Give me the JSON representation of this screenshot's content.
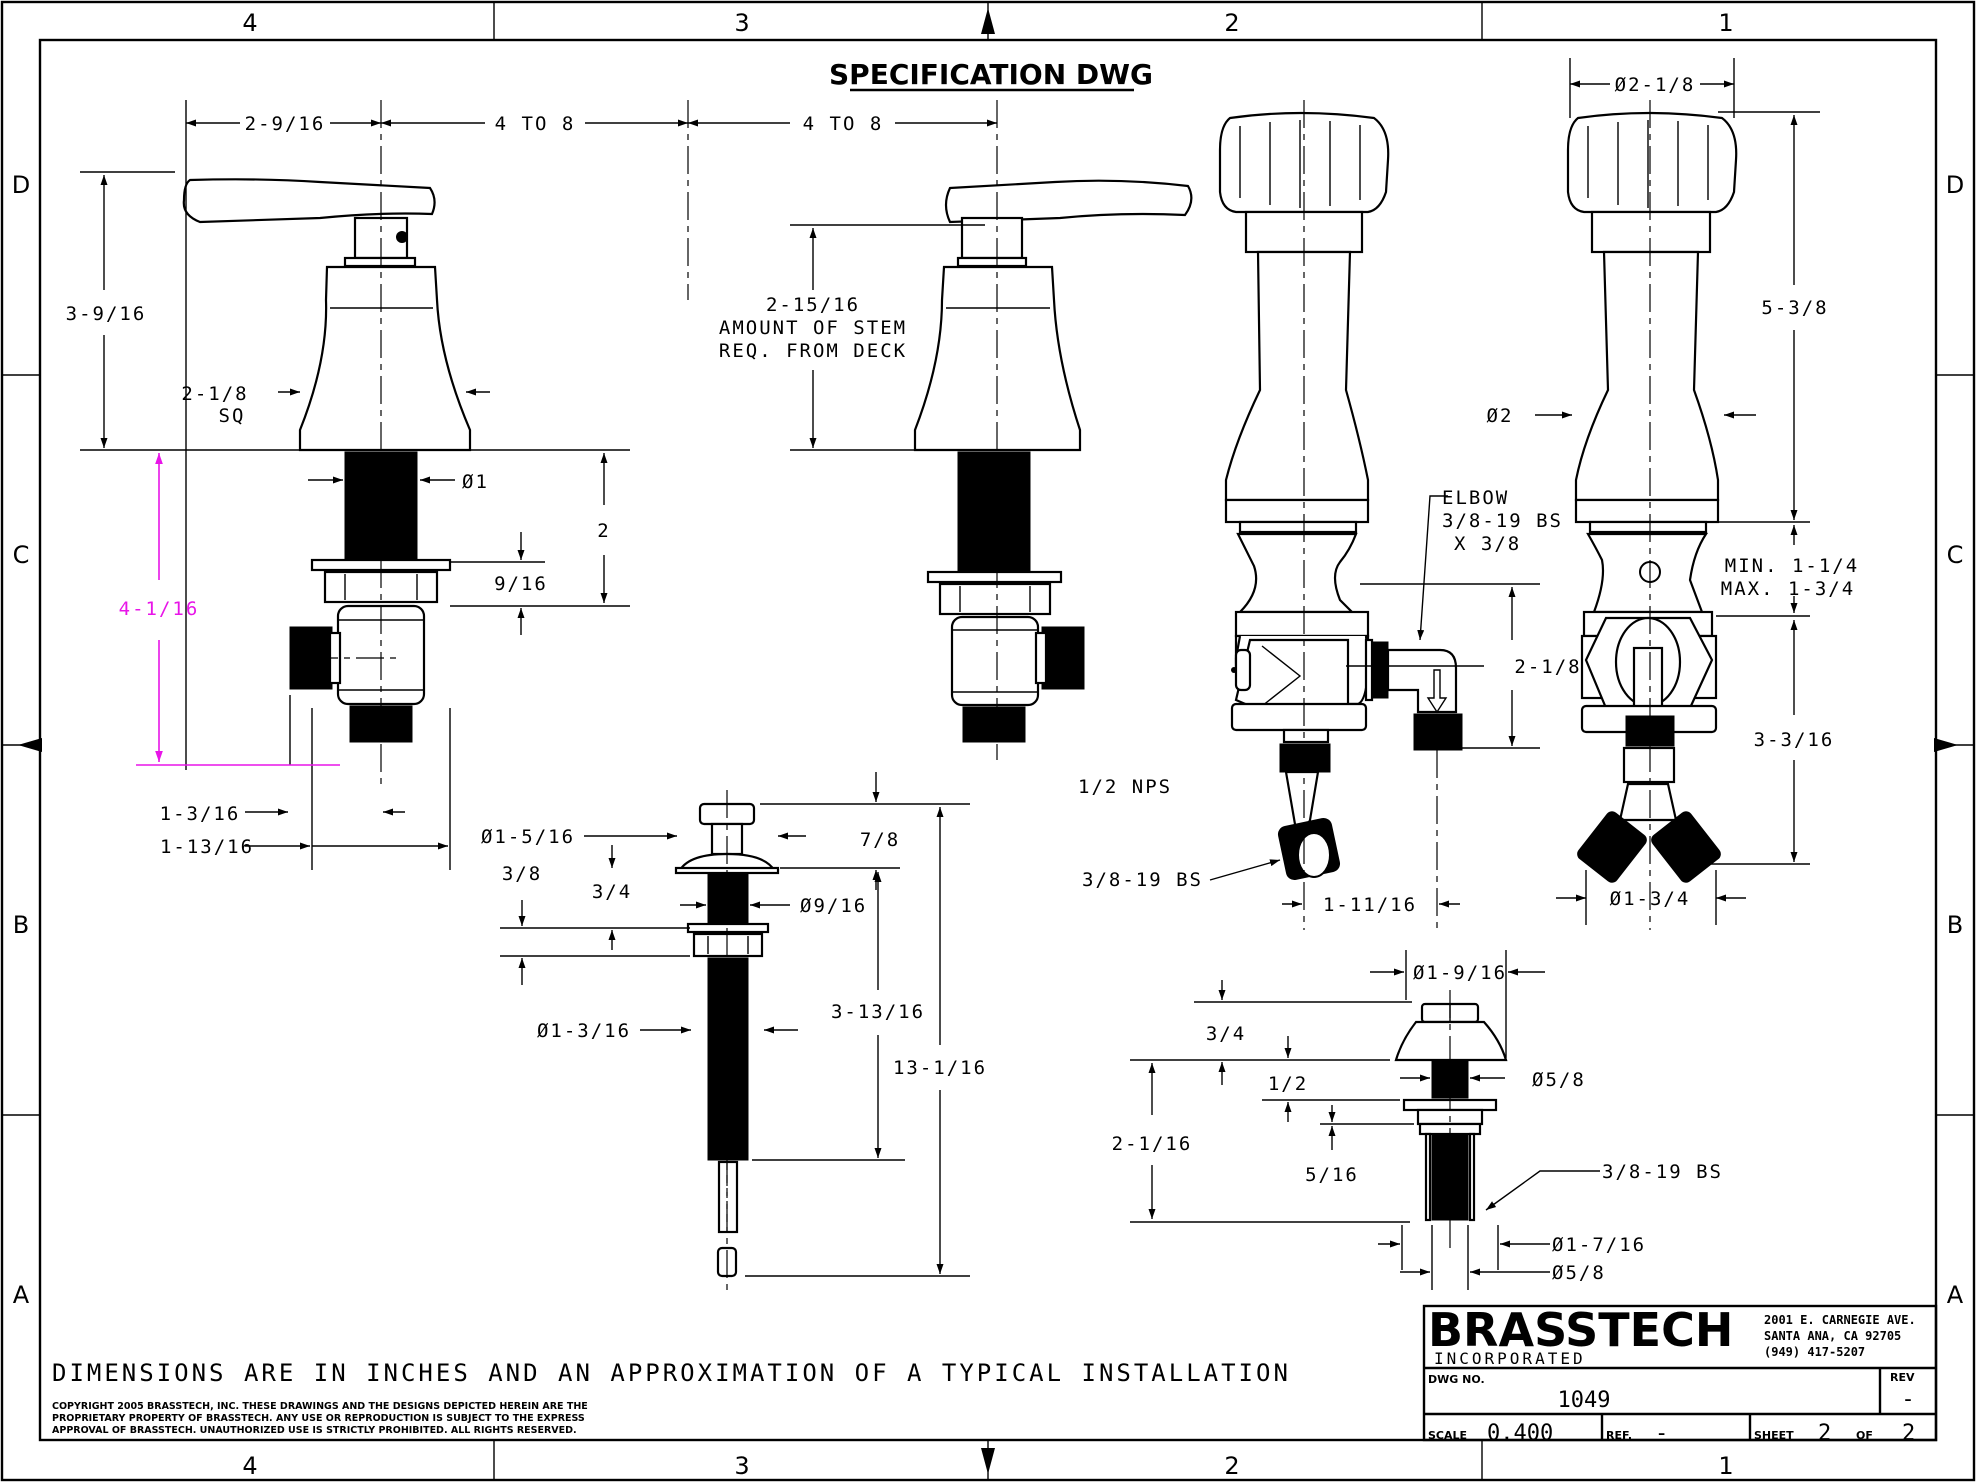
{
  "title": "SPECIFICATION DWG",
  "zones": {
    "columns": [
      "4",
      "3",
      "2",
      "1"
    ],
    "rows": [
      "D",
      "C",
      "B",
      "A"
    ]
  },
  "dimensions": {
    "handle_offset": "2-9/16",
    "spread_left": "4 TO 8",
    "spread_right": "4 TO 8",
    "valve_height": "3-9/16",
    "base_square_a": "2-1/8",
    "base_square_b": "SQ",
    "shank_dia": "Ø1",
    "shank_len": "2",
    "nut_gap": "9/16",
    "stem_depth": "4-1/16",
    "inlet_offset_a": "1-3/16",
    "inlet_offset_b": "1-13/16",
    "stem_amount_a": "2-15/16",
    "stem_amount_b": "AMOUNT OF STEM",
    "stem_amount_c": "REQ. FROM DECK",
    "spout_top_dia": "Ø2-1/8",
    "spout_height": "5-3/8",
    "spout_base_dia": "Ø2",
    "elbow_a": "ELBOW",
    "elbow_b": "3/8-19 BS",
    "elbow_c": "X 3/8",
    "elbow_height": "2-1/8",
    "deck_min": "MIN. 1-1/4",
    "deck_max": "MAX. 1-3/4",
    "spout_shank": "3-3/16",
    "nps": "1/2 NPS",
    "inlet_thread": "3/8-19 BS",
    "elbow_offset": "1-11/16",
    "tee_dia": "Ø1-3/4",
    "popup_knob_dia": "Ø1-5/16",
    "popup_top": "7/8",
    "popup_flange": "3/8",
    "popup_flange_b": "3/4",
    "popup_rod_dia": "Ø9/16",
    "popup_nut_dia": "Ø1-3/16",
    "popup_thread_len": "3-13/16",
    "popup_total": "13-1/16",
    "drain_dia": "Ø1-9/16",
    "drain_top": "3/4",
    "drain_neck_dia": "Ø5/8",
    "drain_half": "1/2",
    "drain_len": "2-1/16",
    "drain_nut": "5/16",
    "drain_thread": "3/8-19 BS",
    "drain_nut_dia": "Ø1-7/16",
    "drain_shank_dia": "Ø5/8"
  },
  "note": "DIMENSIONS ARE IN INCHES AND AN APPROXIMATION OF A TYPICAL INSTALLATION",
  "copyright": [
    "COPYRIGHT 2005 BRASSTECH, INC. THESE DRAWINGS AND THE DESIGNS DEPICTED HEREIN ARE THE",
    "PROPRIETARY PROPERTY OF BRASSTECH. ANY USE OR REPRODUCTION IS SUBJECT TO THE EXPRESS",
    "APPROVAL OF BRASSTECH. UNAUTHORIZED USE IS STRICTLY PROHIBITED. ALL RIGHTS RESERVED."
  ],
  "title_block": {
    "company": "BRASSTECH",
    "company_sub": "INCORPORATED",
    "address_1": "2001 E. CARNEGIE AVE.",
    "address_2": "SANTA ANA, CA 92705",
    "phone": "(949) 417-5207",
    "dwg_no_label": "DWG NO.",
    "dwg_no": "1049",
    "rev_label": "REV",
    "rev": "-",
    "scale_label": "SCALE",
    "scale": "0.400",
    "ref_label": "REF.",
    "ref": "-",
    "sheet_label": "SHEET",
    "sheet": "2",
    "of_label": "OF",
    "sheets": "2"
  },
  "colors": {
    "line": "#000000",
    "highlight_dim": "#e815e8",
    "background": "#ffffff"
  }
}
